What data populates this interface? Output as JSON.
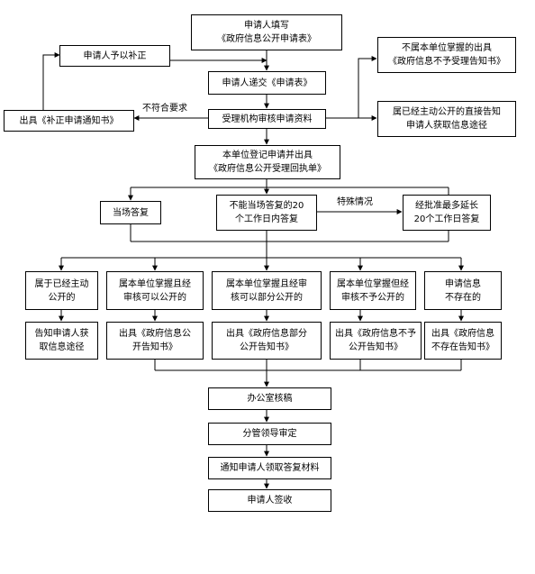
{
  "flowchart": {
    "nodes": {
      "fill_form": [
        "申请人填写",
        "《政府信息公开申请表》"
      ],
      "supplement": [
        "申请人予以补正"
      ],
      "submit": [
        "申请人递交《申请表》"
      ],
      "review": [
        "受理机构审核申请资料"
      ],
      "correction_notice": [
        "出具《补正申请通知书》"
      ],
      "not_held": [
        "不属本单位掌握的出具",
        "《政府信息不予受理告知书》"
      ],
      "already_public": [
        "属已经主动公开的直接告知",
        "申请人获取信息途径"
      ],
      "register": [
        "本单位登记申请并出具",
        "《政府信息公开受理回执单》"
      ],
      "on_spot": [
        "当场答复"
      ],
      "within_20": [
        "不能当场答复的20",
        "个工作日内答复"
      ],
      "extend_20": [
        "经批准最多延长",
        "20个工作日答复"
      ],
      "case_public": [
        "属于已经主动",
        "公开的"
      ],
      "case_can_disclose": [
        "属本单位掌握且经",
        "审核可以公开的"
      ],
      "case_partial": [
        "属本单位掌握且经审",
        "核可以部分公开的"
      ],
      "case_not_disclose": [
        "属本单位掌握但经",
        "审核不予公开的"
      ],
      "case_not_exist": [
        "申请信息",
        "不存在的"
      ],
      "result_public": [
        "告知申请人获",
        "取信息途径"
      ],
      "result_can_disclose": [
        "出具《政府信息公",
        "开告知书》"
      ],
      "result_partial": [
        "出具《政府信息部分",
        "公开告知书》"
      ],
      "result_not_disclose": [
        "出具《政府信息不予",
        "公开告知书》"
      ],
      "result_not_exist": [
        "出具《政府信息",
        "不存在告知书》"
      ],
      "office_check": [
        "办公室核稿"
      ],
      "leader_review": [
        "分管领导审定"
      ],
      "notify_pickup": [
        "通知申请人领取答复材料"
      ],
      "sign": [
        "申请人签收"
      ]
    },
    "edge_labels": {
      "noncompliant": "不符合要求",
      "special": "特殊情况"
    }
  }
}
